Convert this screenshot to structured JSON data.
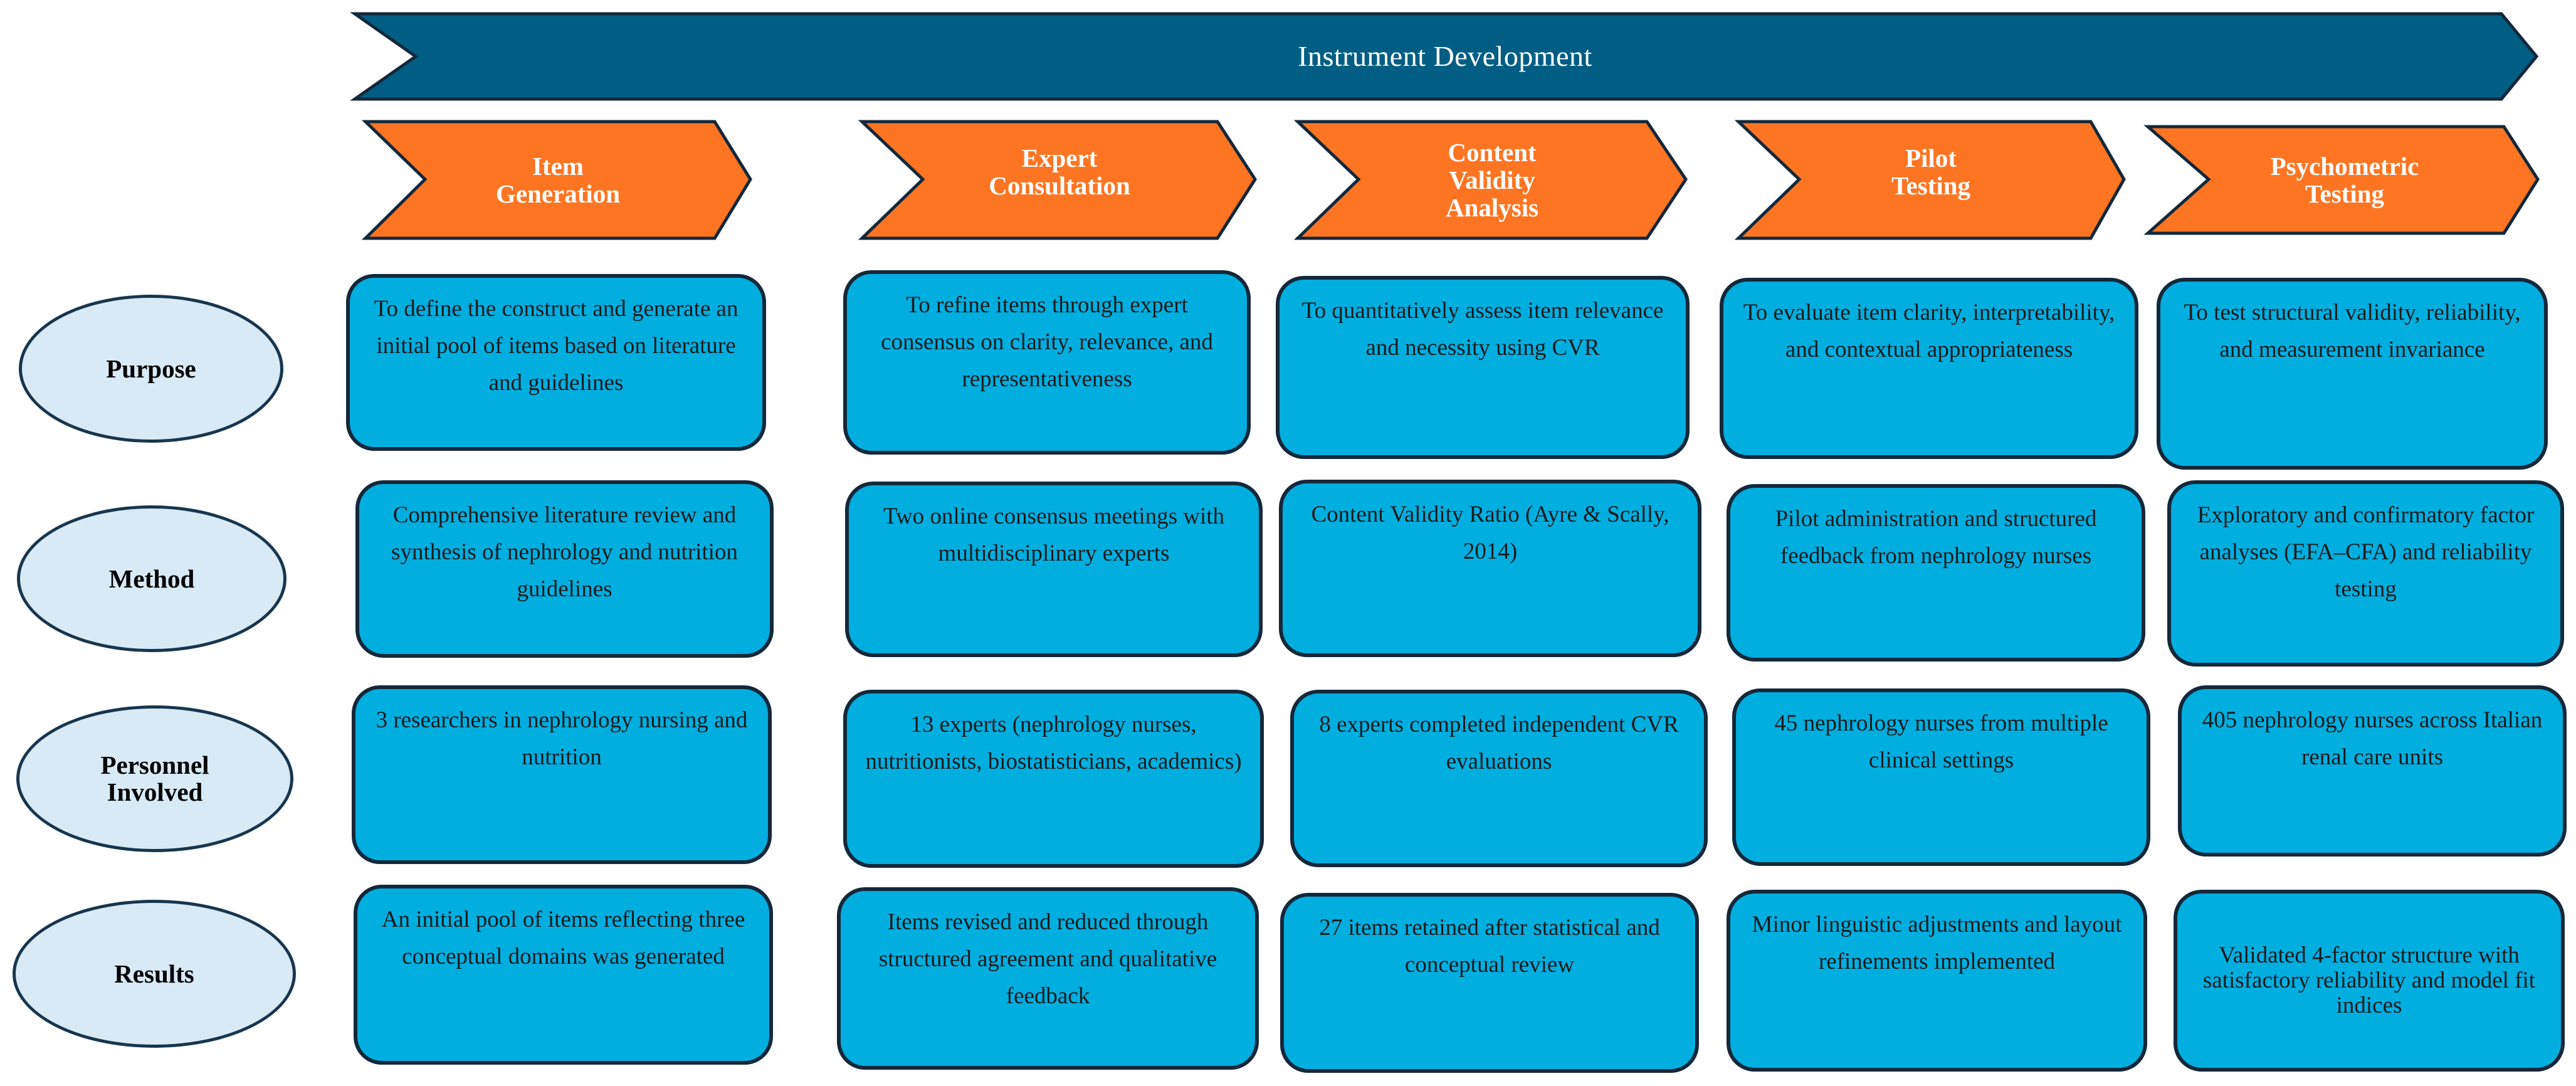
{
  "banner": {
    "title": "Instrument Development"
  },
  "phases": [
    {
      "id": "item-generation",
      "label": "Item\nGeneration"
    },
    {
      "id": "expert-consultation",
      "label": "Expert\nConsultation"
    },
    {
      "id": "content-validity-analysis",
      "label": "Content\nValidity\nAnalysis"
    },
    {
      "id": "pilot-testing",
      "label": "Pilot\nTesting"
    },
    {
      "id": "psychometric-testing",
      "label": "Psychometric\nTesting"
    }
  ],
  "rows": [
    {
      "id": "purpose",
      "label": "Purpose"
    },
    {
      "id": "method",
      "label": "Method"
    },
    {
      "id": "personnel",
      "label": "Personnel\nInvolved"
    },
    {
      "id": "results",
      "label": "Results"
    }
  ],
  "cells": {
    "purpose": [
      "To define the construct and generate an initial pool of items based on literature and guidelines",
      "To refine items through expert consensus on clarity, relevance, and representativeness",
      "To quantitatively assess item relevance and necessity using CVR",
      "To evaluate item clarity, interpretability, and contextual appropriateness",
      "To test structural validity, reliability, and measurement invariance"
    ],
    "method": [
      "Comprehensive literature review and synthesis of nephrology and nutrition guidelines",
      "Two online consensus meetings with multidisciplinary experts",
      "Content Validity Ratio (Ayre & Scally, 2014)",
      "Pilot administration and structured feedback from nephrology nurses",
      "Exploratory and confirmatory factor analyses (EFA–CFA) and reliability testing"
    ],
    "personnel": [
      "3 researchers in nephrology nursing and nutrition",
      "13 experts (nephrology nurses, nutritionists, biostatisticians, academics)",
      "8 experts completed independent CVR evaluations",
      "45 nephrology nurses from multiple clinical settings",
      "405 nephrology nurses across Italian renal care units"
    ],
    "results": [
      "An initial pool of items reflecting three conceptual domains was generated",
      "Items revised and reduced through structured agreement and qualitative feedback",
      "27 items retained after statistical and conceptual review",
      "Minor linguistic adjustments and layout refinements implemented",
      "Validated 4-factor structure with satisfactory reliability and model fit indices"
    ]
  },
  "colors": {
    "banner": "#005e85",
    "phase_arrow": "#fd7522",
    "cell_fill": "#00aee0",
    "row_oval": "#d9eaf7",
    "outline": "#15283a"
  }
}
